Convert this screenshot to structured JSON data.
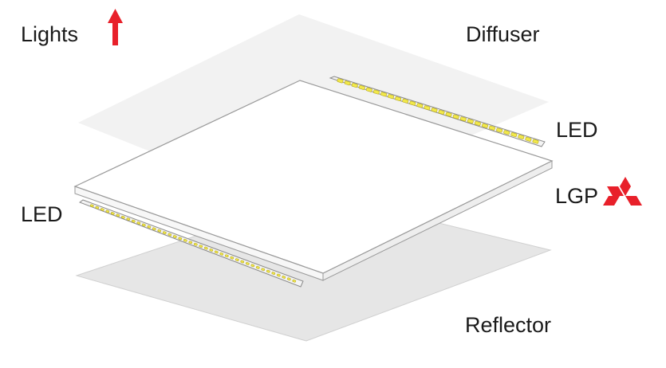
{
  "labels": {
    "lights": "Lights",
    "diffuser": "Diffuser",
    "led_right": "LED",
    "lgp": "LGP",
    "led_left": "LED",
    "reflector": "Reflector"
  },
  "colors": {
    "arrow": "#e8202a",
    "logo": "#e8202a",
    "diffuser_fill": "#f2f2f2",
    "reflector_fill": "#e6e6e6",
    "lgp_fill": "#ffffff",
    "lgp_edge": "#9a9a9a",
    "led_chip": "#f2e94a",
    "led_strip": "#f4f4f4"
  },
  "icons": {
    "arrow": "up-arrow-icon",
    "logo": "three-diamond-logo-icon"
  }
}
